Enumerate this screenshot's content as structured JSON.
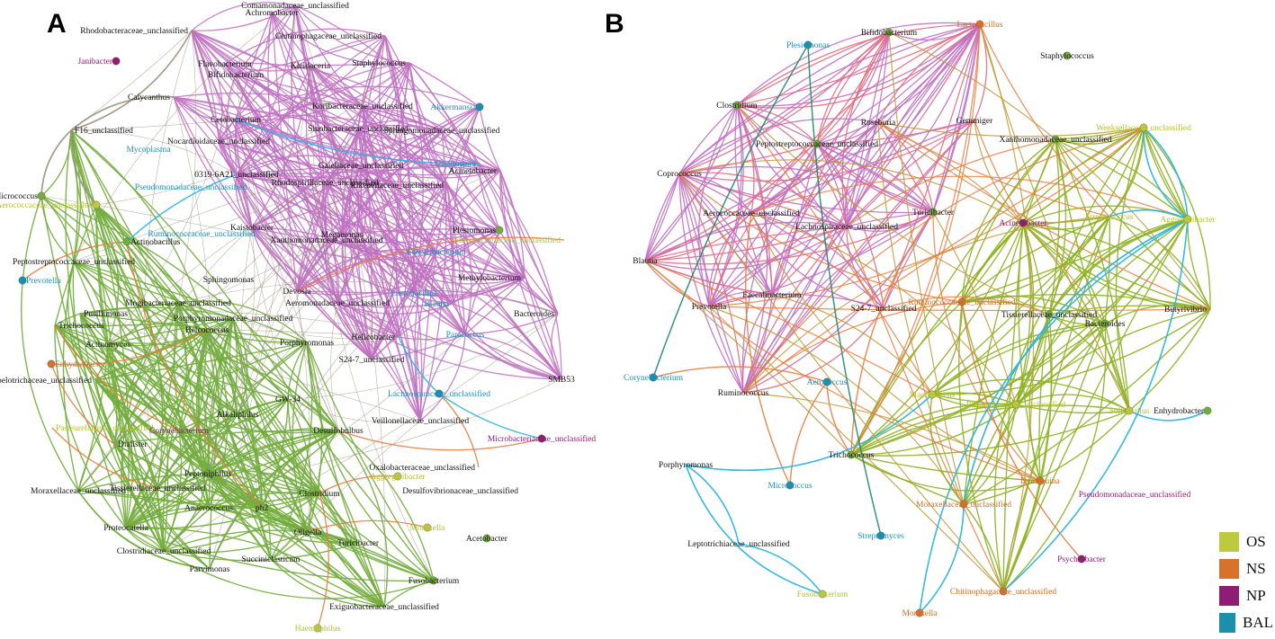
{
  "panels": [
    {
      "letter": "A",
      "nodes": [
        {
          "id": "Comamonadaceae_unclassified",
          "g": "x"
        },
        {
          "id": "Achromobacter",
          "g": "x"
        },
        {
          "id": "Rhodobacteraceae_unclassified",
          "g": "x"
        },
        {
          "id": "Chitinophagaceae_unclassified",
          "g": "x"
        },
        {
          "id": "Janibacter",
          "g": "NP"
        },
        {
          "id": "Flavobacterium",
          "g": "x"
        },
        {
          "id": "Kleidoceria",
          "g": "x"
        },
        {
          "id": "Staphylococcus",
          "g": "x"
        },
        {
          "id": "Bifidobacterium",
          "g": "x"
        },
        {
          "id": "Calycanthus",
          "g": "x"
        },
        {
          "id": "Akkermansia",
          "g": "BAL"
        },
        {
          "id": "Koribacteraceae_unclassified",
          "g": "x"
        },
        {
          "id": "Cetobacterium",
          "g": "x"
        },
        {
          "id": "F16_unclassified",
          "g": "x"
        },
        {
          "id": "Sinobacteraceae_unclassified",
          "g": "x"
        },
        {
          "id": "Sphingomonadaceae_unclassified",
          "g": "x"
        },
        {
          "id": "Nocardioidaceae_unclassified",
          "g": "x"
        },
        {
          "id": "Mycoplasma",
          "g": "BAL"
        },
        {
          "id": "Gaiellaceae_unclassified",
          "g": "x"
        },
        {
          "id": "Oscillospira",
          "g": "BAL"
        },
        {
          "id": "0319-6A21_unclassified",
          "g": "x"
        },
        {
          "id": "Acinetobacter",
          "g": "x"
        },
        {
          "id": "Rhodospirillaceae_unclassified",
          "g": "x"
        },
        {
          "id": "Pseudomonadaceae_unclassified",
          "g": "BAL"
        },
        {
          "id": "Rikenellaceae_unclassified",
          "g": "x"
        },
        {
          "id": "Micrococcus",
          "g": "x"
        },
        {
          "id": "Aerococcaceae_unclassified",
          "g": "OS"
        },
        {
          "id": "Kaistobacter",
          "g": "x"
        },
        {
          "id": "Megamonas",
          "g": "x"
        },
        {
          "id": "Ruminococcaceae_unclassified",
          "g": "BAL"
        },
        {
          "id": "Xanthomonadaceae_unclassified",
          "g": "x"
        },
        {
          "id": "Plesiomonas",
          "g": "x"
        },
        {
          "id": "Flavobacteriaceae_unclassified",
          "g": "OS"
        },
        {
          "id": "Actinobacillus",
          "g": "x"
        },
        {
          "id": "Peptostreptococcaceae_unclassified",
          "g": "x"
        },
        {
          "id": "Faecalibacterium",
          "g": "BAL"
        },
        {
          "id": "Sphingomonas",
          "g": "x"
        },
        {
          "id": "Prevotella",
          "g": "BAL"
        },
        {
          "id": "Methylobacterium",
          "g": "x"
        },
        {
          "id": "Devosia",
          "g": "x"
        },
        {
          "id": "Lactobacillus",
          "g": "BAL"
        },
        {
          "id": "Mogibacteriaceae_unclassified",
          "g": "x"
        },
        {
          "id": "Aeromonadaceae_unclassified",
          "g": "x"
        },
        {
          "id": "Blautia",
          "g": "BAL"
        },
        {
          "id": "Bacteroides",
          "g": "x"
        },
        {
          "id": "Trichococcus",
          "g": "x"
        },
        {
          "id": "Pusillimonas",
          "g": "x"
        },
        {
          "id": "Paracoccus",
          "g": "BAL"
        },
        {
          "id": "Porphyromonadaceae_unclassified",
          "g": "x"
        },
        {
          "id": "Helicobacter",
          "g": "x"
        },
        {
          "id": "Helcococcus",
          "g": "x"
        },
        {
          "id": "Porphyromonas",
          "g": "x"
        },
        {
          "id": "Enhydrobacter",
          "g": "NS"
        },
        {
          "id": "Actinomyces",
          "g": "x"
        },
        {
          "id": "S24-7_unclassified",
          "g": "x"
        },
        {
          "id": "SMB53",
          "g": "x"
        },
        {
          "id": "Erysipelotrichaceae_unclassified",
          "g": "x"
        },
        {
          "id": "Lachnospiraceae_unclassified",
          "g": "BAL"
        },
        {
          "id": "GW-34",
          "g": "x"
        },
        {
          "id": "Veillonellaceae_unclassified",
          "g": "x"
        },
        {
          "id": "Alkaliphilus",
          "g": "x"
        },
        {
          "id": "Pasteurellaceae_unclassified",
          "g": "OS"
        },
        {
          "id": "Corynebacterium",
          "g": "NP"
        },
        {
          "id": "Microbacteriaceae_unclassified",
          "g": "NP"
        },
        {
          "id": "Desulfobulbus",
          "g": "x"
        },
        {
          "id": "Dialister",
          "g": "x"
        },
        {
          "id": "Oxalobacteraceae_unclassified",
          "g": "x"
        },
        {
          "id": "Aggregatibacter",
          "g": "OS"
        },
        {
          "id": "Moraxellaceae_unclassified",
          "g": "x"
        },
        {
          "id": "Tissierellaceae_unclassified",
          "g": "x"
        },
        {
          "id": "Peptoniphilus",
          "g": "x"
        },
        {
          "id": "Desulfovibrionaceae_unclassified",
          "g": "x"
        },
        {
          "id": "Clostridium",
          "g": "x"
        },
        {
          "id": "Moraxella",
          "g": "OS"
        },
        {
          "id": "Proteocatella",
          "g": "x"
        },
        {
          "id": "Anaerococcus",
          "g": "x"
        },
        {
          "id": "ph2",
          "g": "x"
        },
        {
          "id": "Acetobacter",
          "g": "x"
        },
        {
          "id": "Turicibacter",
          "g": "x"
        },
        {
          "id": "Clostridiaceae_unclassified",
          "g": "x"
        },
        {
          "id": "Oligella",
          "g": "x"
        },
        {
          "id": "Fusobacterium",
          "g": "x"
        },
        {
          "id": "Parvimonas",
          "g": "x"
        },
        {
          "id": "Succiniclasticum",
          "g": "x"
        },
        {
          "id": "Exiguobacteraceae_unclassified",
          "g": "x"
        },
        {
          "id": "Haemophilus",
          "g": "OS"
        }
      ]
    },
    {
      "letter": "B",
      "nodes": [
        {
          "id": "Plesiomonas",
          "g": "BAL"
        },
        {
          "id": "Bifidobacterium",
          "g": "x"
        },
        {
          "id": "Lactobacillus",
          "g": "NS"
        },
        {
          "id": "Staphylococcus",
          "g": "x"
        },
        {
          "id": "Clostridium",
          "g": "x"
        },
        {
          "id": "Roseburia",
          "g": "x"
        },
        {
          "id": "Gemmiger",
          "g": "x"
        },
        {
          "id": "Peptostreptococcaceae_unclassified",
          "g": "x"
        },
        {
          "id": "Weeksellaceae_unclassified",
          "g": "OS"
        },
        {
          "id": "Xanthomonadaceae_unclassified",
          "g": "x"
        },
        {
          "id": "Coprococcus",
          "g": "x"
        },
        {
          "id": "Aerococcaceae_unclassified",
          "g": "x"
        },
        {
          "id": "Turicibacter",
          "g": "x"
        },
        {
          "id": "Lachnospiraceae_unclassified",
          "g": "x"
        },
        {
          "id": "Acinetobacter",
          "g": "NP"
        },
        {
          "id": "Streptococcus",
          "g": "OS"
        },
        {
          "id": "Aggregatibacter",
          "g": "OS"
        },
        {
          "id": "Blautia",
          "g": "x"
        },
        {
          "id": "Faecalibacterium",
          "g": "x"
        },
        {
          "id": "Ruminococcaceae_unclassified",
          "g": "NS"
        },
        {
          "id": "Prevotella",
          "g": "x"
        },
        {
          "id": "S24-7_unclassified",
          "g": "x"
        },
        {
          "id": "Tissierellaceae_unclassified",
          "g": "x"
        },
        {
          "id": "Bacteroides",
          "g": "x"
        },
        {
          "id": "Butyrivibrio",
          "g": "x"
        },
        {
          "id": "Corynebacterium",
          "g": "BAL"
        },
        {
          "id": "Aerococcus",
          "g": "BAL"
        },
        {
          "id": "Ruminococcus",
          "g": "x"
        },
        {
          "id": "Macrococcus",
          "g": "OS"
        },
        {
          "id": "Planococcaceae_unclassified",
          "g": "OS"
        },
        {
          "id": "Solibacillus",
          "g": "OS"
        },
        {
          "id": "Enhydrobacter",
          "g": "x"
        },
        {
          "id": "Trichococcus",
          "g": "x"
        },
        {
          "id": "Porphyromonas",
          "g": "x"
        },
        {
          "id": "Micrococcus",
          "g": "BAL"
        },
        {
          "id": "Demequina",
          "g": "NS"
        },
        {
          "id": "Pseudomonadaceae_unclassified",
          "g": "NP"
        },
        {
          "id": "Moraxellaceae_unclassified",
          "g": "NS"
        },
        {
          "id": "Leptotrichiaceae_unclassified",
          "g": "x"
        },
        {
          "id": "Streptomyces",
          "g": "BAL"
        },
        {
          "id": "Psychrobacter",
          "g": "NP"
        },
        {
          "id": "Chitinophagaceae_unclassified",
          "g": "NS"
        },
        {
          "id": "Fusobacterium",
          "g": "OS"
        },
        {
          "id": "Moraxella",
          "g": "NS"
        }
      ]
    }
  ],
  "legend": [
    {
      "label": "OS",
      "color": "#bdc93f"
    },
    {
      "label": "NS",
      "color": "#d8712c"
    },
    {
      "label": "NP",
      "color": "#8f1d73"
    },
    {
      "label": "BAL",
      "color": "#1b8fae"
    }
  ],
  "label_colors": {
    "OS": "#b4c22e",
    "NS": "#cf6b23",
    "NP": "#8f1d73",
    "BAL": "#1f8fb5",
    "x": "#111111"
  },
  "edge_colors": {
    "purple": "#c070c2",
    "green": "#72ad3c",
    "orange": "#ea7a3c",
    "gray": "#9c9580",
    "blue": "#2bb5e4",
    "teal": "#1e8a70",
    "olive": "#8fb123",
    "pink": "#e46b82"
  }
}
